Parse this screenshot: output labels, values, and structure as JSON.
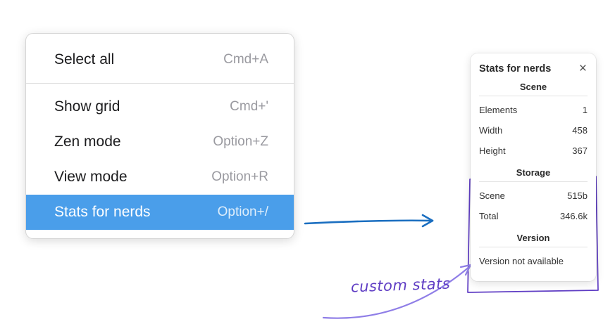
{
  "menu": {
    "items": [
      {
        "label": "Select all",
        "shortcut": "Cmd+A",
        "selected": false,
        "divider_after": true
      },
      {
        "label": "Show grid",
        "shortcut": "Cmd+'",
        "selected": false
      },
      {
        "label": "Zen mode",
        "shortcut": "Option+Z",
        "selected": false
      },
      {
        "label": "View mode",
        "shortcut": "Option+R",
        "selected": false
      },
      {
        "label": "Stats for nerds",
        "shortcut": "Option+/",
        "selected": true
      }
    ]
  },
  "stats_panel": {
    "title": "Stats for nerds",
    "close_icon": "×",
    "sections": [
      {
        "heading": "Scene",
        "rows": [
          [
            "Elements",
            "1"
          ],
          [
            "Width",
            "458"
          ],
          [
            "Height",
            "367"
          ]
        ]
      },
      {
        "heading": "Storage",
        "rows": [
          [
            "Scene",
            "515b"
          ],
          [
            "Total",
            "346.6k"
          ]
        ]
      },
      {
        "heading": "Version",
        "note": "Version not available"
      }
    ]
  },
  "annotation": {
    "label": "custom stats"
  },
  "colors": {
    "selection_blue": "#4a9eea",
    "arrow_blue": "#1a6ec0",
    "annotation_purple": "#5f3dc4",
    "annotation_arrow_purple": "#8f7ee7"
  }
}
